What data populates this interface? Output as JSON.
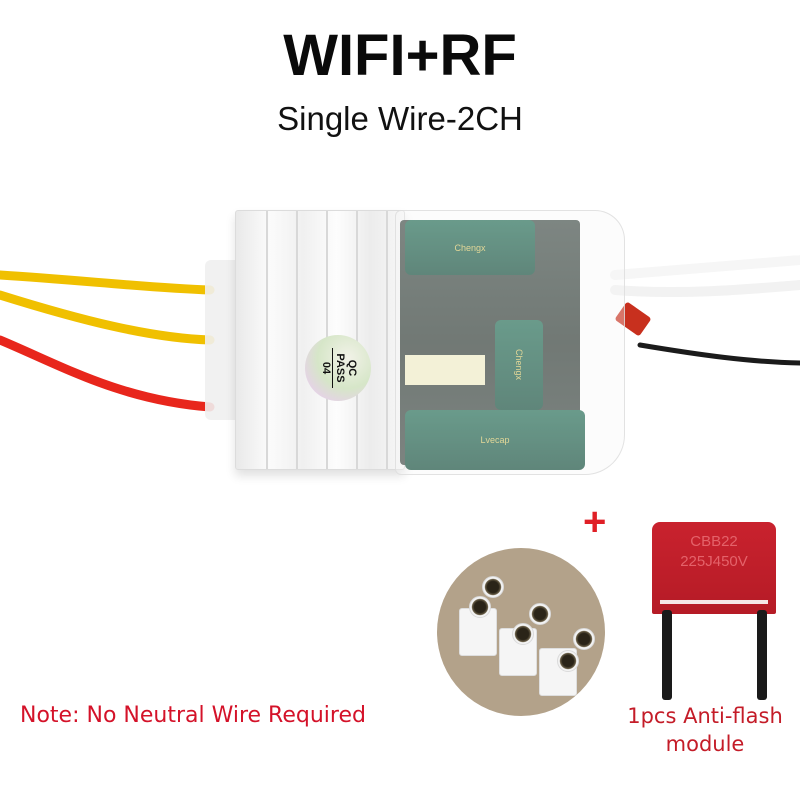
{
  "header": {
    "title": "WIFI+RF",
    "subtitle": "Single Wire-2CH"
  },
  "product": {
    "module_label": {
      "line1": "QC",
      "line2": "PASS",
      "line3": "04"
    },
    "capacitor_brand_top": "Chengx",
    "capacitor_brand_mid": "Chengx",
    "capacitor_brand_bottom": "Lvecap",
    "wire_colors": {
      "yellow": "#f2c200",
      "red": "#e8261c",
      "white": "#f4f4f4",
      "black": "#1b1b1b",
      "antenna_coil": "#c8301e"
    }
  },
  "accessories": {
    "plus_symbol": "+",
    "capacitor_marking_line1": "CBB22",
    "capacitor_marking_line2": "225J450V",
    "capacitor_caption": "1pcs Anti-flash module"
  },
  "note": {
    "text": "Note: No Neutral Wire Required",
    "color": "#d41229"
  }
}
